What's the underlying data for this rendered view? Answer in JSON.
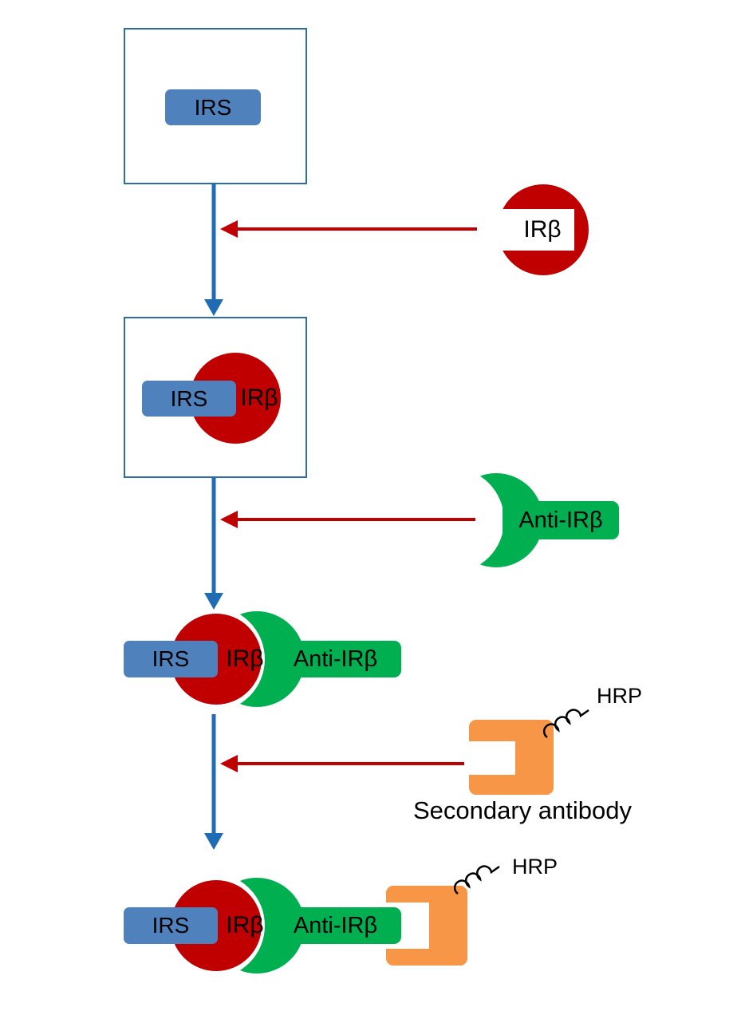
{
  "diagram": {
    "labels": {
      "irs": "IRS",
      "irb": "IRβ",
      "anti_irb": "Anti-IRβ",
      "hrp": "HRP",
      "secondary_antibody": "Secondary antibody"
    },
    "colors": {
      "box_border": "#2e6da4",
      "irs_blue": "#4f81bd",
      "arrow_blue": "#1f6cb4",
      "irb_red": "#c00000",
      "green": "#00b050",
      "orange": "#f79646",
      "text": "#000000",
      "background": "#ffffff"
    }
  }
}
